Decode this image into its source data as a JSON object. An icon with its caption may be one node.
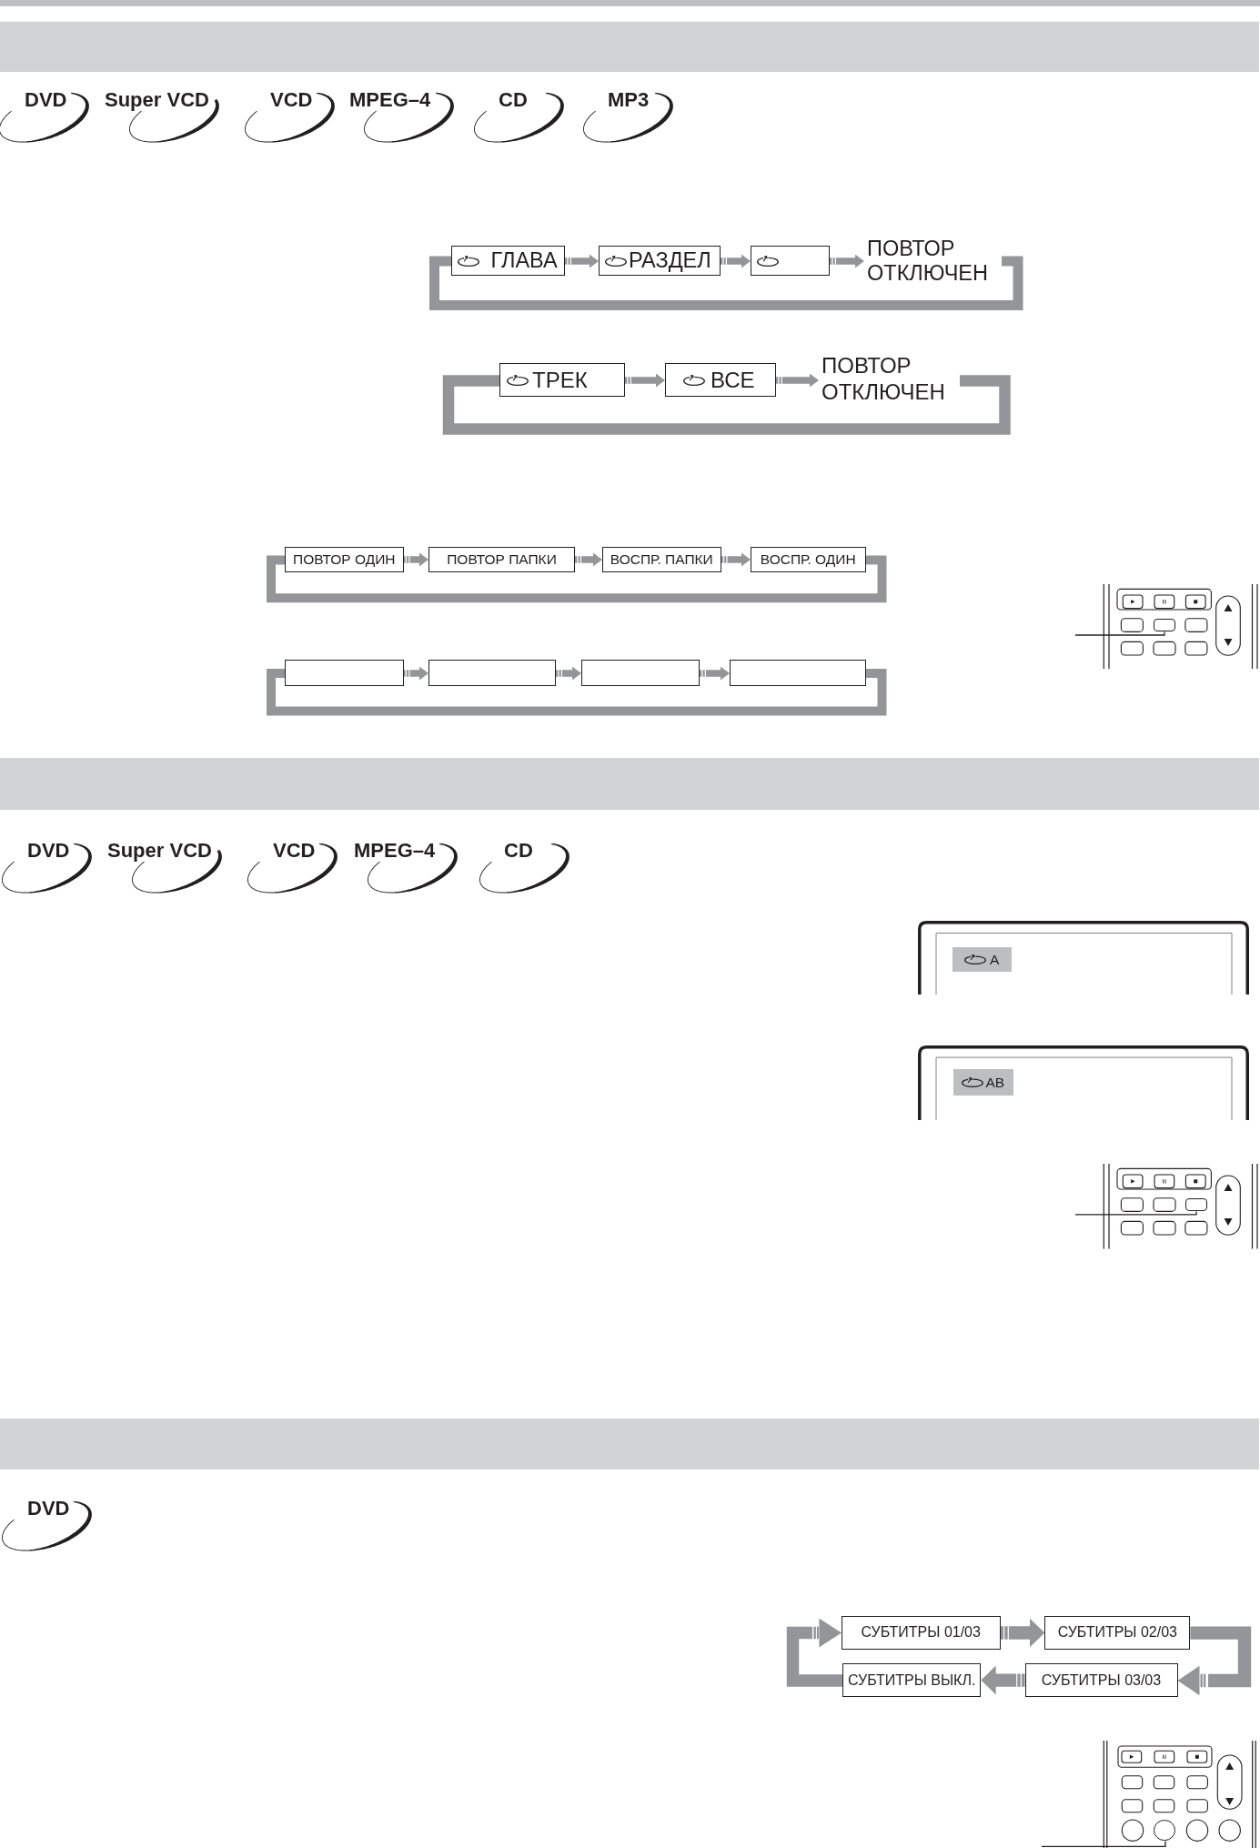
{
  "diagram": {
    "nodes": [
      {
        "text": [
          "ГЛАВА"
        ]
      },
      {
        "text": [
          "РАЗДЕЛ"
        ]
      },
      {
        "text": [],
        "shape": "box"
      },
      {
        "text": [
          "ПОВТОР ОТКЛЮЧЕН"
        ]
      },
      {
        "text": [
          "ТРЕК"
        ]
      },
      {
        "text": [
          "ВСЕ"
        ]
      },
      {
        "text": [
          "ПОВТОР ОТКЛЮЧЕН"
        ]
      },
      {
        "text": [
          "ПОВТОР ОДИН"
        ]
      },
      {
        "text": [
          "ПОВТОР ПАПКИ"
        ]
      },
      {
        "text": [
          "ВОСПР. ПАПКИ"
        ]
      },
      {
        "text": [
          "ВОСПР. ОДИН"
        ]
      },
      {
        "text": [],
        "shape": "box"
      },
      {
        "text": [],
        "shape": "box"
      },
      {
        "text": [],
        "shape": "box"
      },
      {
        "text": [],
        "shape": "box"
      },
      {
        "text": [],
        "shape": "button"
      },
      {
        "text": [],
        "shape": "screen"
      },
      {
        "text": [
          "A"
        ],
        "in": 16
      },
      {
        "text": [],
        "shape": "screen"
      },
      {
        "text": [
          "AB"
        ],
        "in": 18
      },
      {
        "text": [],
        "shape": "button"
      },
      {
        "text": [
          "СУБТИТРЫ 01/03"
        ]
      },
      {
        "text": [
          "СУБТИТРЫ 02/03"
        ]
      },
      {
        "text": [
          "СУБТИТРЫ ВЫКЛ."
        ]
      },
      {
        "text": [
          "СУБТИТРЫ 03/03"
        ]
      },
      {
        "text": [],
        "shape": "circle"
      }
    ],
    "edges": [
      {
        "from": 0,
        "to": 1,
        "arrow": "to"
      },
      {
        "from": 1,
        "to": 2,
        "arrow": "to"
      },
      {
        "from": 2,
        "to": 3,
        "arrow": "to"
      },
      {
        "from": 3,
        "to": 0,
        "arrow": "none"
      },
      {
        "from": 4,
        "to": 5,
        "arrow": "to"
      },
      {
        "from": 5,
        "to": 6,
        "arrow": "to"
      },
      {
        "from": 6,
        "to": 4,
        "arrow": "none"
      },
      {
        "from": 7,
        "to": 8,
        "arrow": "to"
      },
      {
        "from": 8,
        "to": 9,
        "arrow": "to"
      },
      {
        "from": 9,
        "to": 10,
        "arrow": "to"
      },
      {
        "from": 10,
        "to": 7,
        "arrow": "none"
      },
      {
        "from": 11,
        "to": 12,
        "arrow": "to"
      },
      {
        "from": 12,
        "to": 13,
        "arrow": "to"
      },
      {
        "from": 13,
        "to": 14,
        "arrow": "to"
      },
      {
        "from": 14,
        "to": 11,
        "arrow": "none"
      },
      {
        "from": null,
        "to": 15,
        "arrow": "none",
        "color": "#231f20"
      },
      {
        "from": null,
        "to": 20,
        "arrow": "none",
        "color": "#231f20"
      },
      {
        "from": 21,
        "to": 22,
        "arrow": "to",
        "style": "thick"
      },
      {
        "from": 22,
        "to": 24,
        "arrow": "to",
        "style": "thick"
      },
      {
        "from": 24,
        "to": 23,
        "arrow": "to",
        "style": "thick"
      },
      {
        "from": 23,
        "to": 21,
        "arrow": "to",
        "style": "thick"
      },
      {
        "from": null,
        "to": 25,
        "arrow": "none",
        "color": "#231f20"
      }
    ],
    "labels": [
      "DVD",
      "Super VCD",
      "VCD",
      "MPEG–4",
      "CD",
      "MP3",
      "DVD",
      "Super VCD",
      "VCD",
      "MPEG–4",
      "CD",
      "DVD"
    ]
  }
}
